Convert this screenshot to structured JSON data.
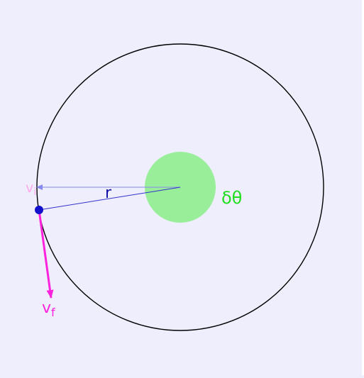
{
  "diagram": {
    "background_color": "#eeeefc",
    "labels": {
      "r": "r",
      "delta_theta": "δθ",
      "v_initial": "v",
      "v_initial_sub": "i",
      "v_final": "v",
      "v_final_sub": "f"
    },
    "colors": {
      "orbit": "#000000",
      "angle_disc": "#99ee99",
      "radius_lines": "#3333cc",
      "initial_radius": "#8888ee",
      "delta_theta_text": "#22dd22",
      "r_text": "#1111aa",
      "v_initial": "#ffaaee",
      "v_final": "#ff22dd",
      "particle": "#1111cc"
    }
  }
}
